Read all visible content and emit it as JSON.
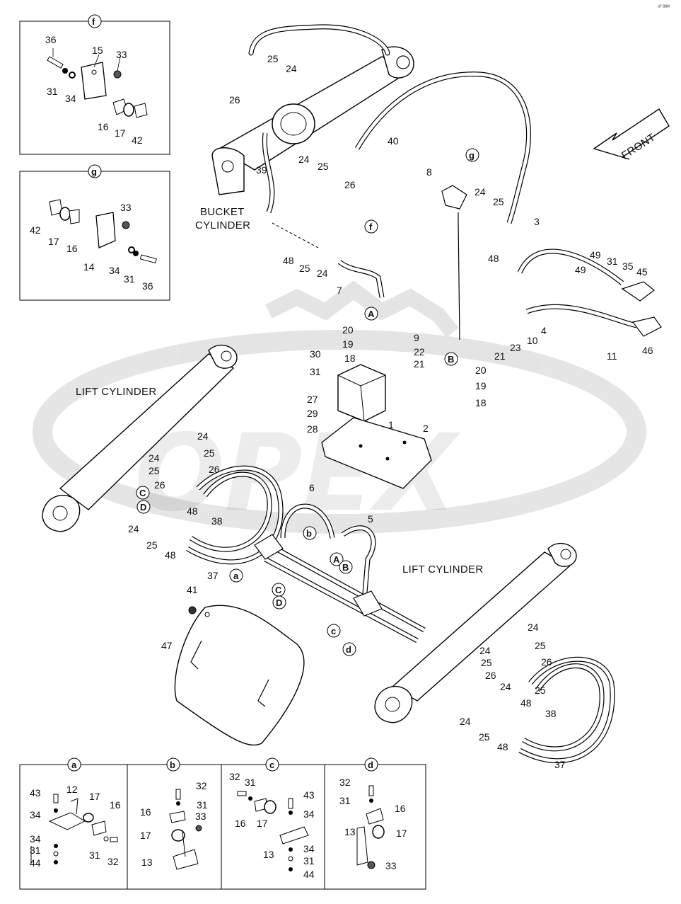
{
  "page": {
    "corner_mark": "ᵃᴾ ᴮᴮᴹ",
    "watermark": "OPEX"
  },
  "titles": {
    "bucket_cylinder_line1": "BUCKET",
    "bucket_cylinder_line2": "CYLINDER",
    "lift_cylinder_left": "LIFT CYLINDER",
    "lift_cylinder_right": "LIFT CYLINDER",
    "front": "FRONT"
  },
  "detail_boxes": {
    "f": {
      "letter": "f",
      "labels": [
        "36",
        "15",
        "33",
        "31",
        "34",
        "16",
        "17",
        "42"
      ]
    },
    "g": {
      "letter": "g",
      "labels": [
        "33",
        "42",
        "17",
        "16",
        "14",
        "34",
        "31",
        "36"
      ]
    },
    "a": {
      "letter": "a",
      "labels": [
        "43",
        "12",
        "34",
        "17",
        "16",
        "34",
        "31",
        "44",
        "31",
        "32"
      ]
    },
    "b": {
      "letter": "b",
      "labels": [
        "32",
        "16",
        "31",
        "33",
        "17",
        "13"
      ]
    },
    "c": {
      "letter": "c",
      "labels": [
        "32",
        "31",
        "43",
        "34",
        "16",
        "17",
        "13",
        "34",
        "31",
        "44"
      ]
    },
    "d": {
      "letter": "d",
      "labels": [
        "32",
        "31",
        "16",
        "13",
        "17",
        "33"
      ]
    }
  },
  "main_labels": [
    "25",
    "24",
    "26",
    "24",
    "25",
    "26",
    "40",
    "39",
    "8",
    "24",
    "25",
    "48",
    "3",
    "48",
    "25",
    "24",
    "7",
    "20",
    "19",
    "18",
    "30",
    "31",
    "9",
    "22",
    "21",
    "23",
    "10",
    "4",
    "21",
    "49",
    "31",
    "35",
    "45",
    "49",
    "11",
    "46",
    "20",
    "19",
    "18",
    "27",
    "29",
    "28",
    "1",
    "2",
    "24",
    "25",
    "24",
    "25",
    "26",
    "26",
    "48",
    "24",
    "25",
    "48",
    "38",
    "37",
    "6",
    "5",
    "41",
    "47",
    "24",
    "25",
    "24",
    "26",
    "25",
    "26",
    "24",
    "25",
    "48",
    "24",
    "25",
    "48",
    "38",
    "37"
  ],
  "callout_letters": [
    "A",
    "A",
    "B",
    "B",
    "C",
    "D",
    "C",
    "D",
    "a",
    "b",
    "c",
    "d",
    "f",
    "g"
  ]
}
